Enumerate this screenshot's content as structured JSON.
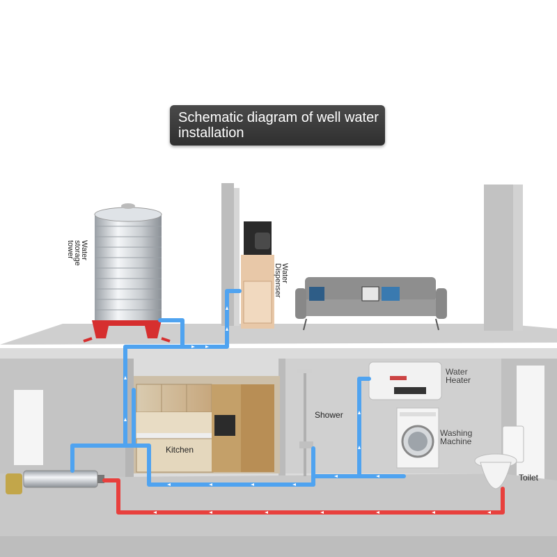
{
  "title": "Schematic diagram of well water installation",
  "labels": {
    "tower": [
      "Water",
      "storage",
      "tower"
    ],
    "dispenser": [
      "Water",
      "Dispenser"
    ],
    "kitchen": "Kitchen",
    "shower": "Shower",
    "heater": [
      "Water",
      "Heater"
    ],
    "washing": [
      "Washing",
      "Machine"
    ],
    "toilet": "Toilet"
  },
  "colors": {
    "clean_pipe": "#4fa3f0",
    "raw_pipe": "#e8403d",
    "wall": "#c9c9c9",
    "floor": "#bdbdbd"
  }
}
